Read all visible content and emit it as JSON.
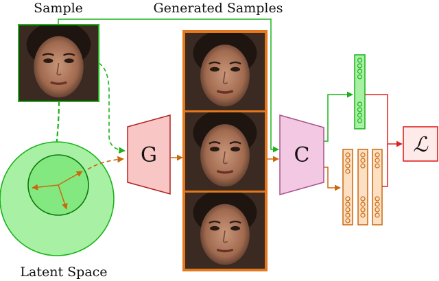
{
  "labels": {
    "sample": "Sample",
    "generated_samples": "Generated Samples",
    "latent_space": "Latent Space",
    "generator": "G",
    "classifier": "C",
    "loss": "ℒ"
  },
  "colors": {
    "green": "#19b319",
    "green_fill": "#a8f0a4",
    "green_fill_inner": "#84e880",
    "orange": "#c8690e",
    "orange_fill": "#fde0c4",
    "orange_frame": "#e3781c",
    "red": "#e02020",
    "generator_fill": "#f8c6c4",
    "generator_stroke": "#b22222",
    "classifier_fill": "#f3c8e2",
    "classifier_stroke": "#a8548c",
    "loss_fill": "#ffeaea",
    "face_skin": "#b57f63",
    "face_bg": "#3a2a22"
  },
  "icons": {
    "face": "face-photo"
  }
}
